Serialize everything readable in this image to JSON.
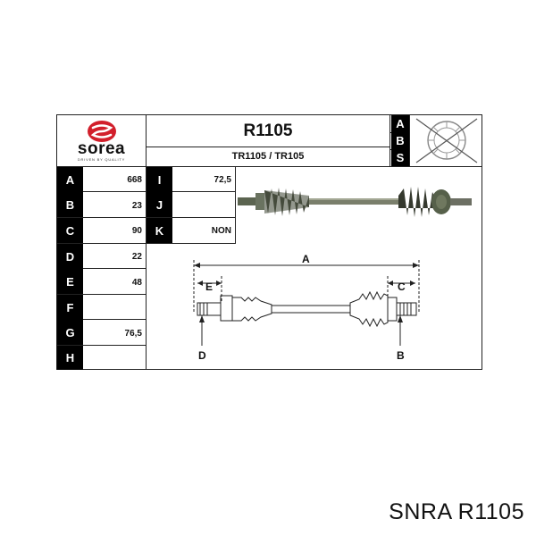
{
  "logo": {
    "brand": "sorea",
    "tagline": "DRIVEN BY QUALITY"
  },
  "header": {
    "part_code": "R1105",
    "cross_ref": "TR1105 / TR105"
  },
  "abs": {
    "letters": [
      "A",
      "B",
      "S"
    ]
  },
  "left_rows": [
    {
      "letter": "A",
      "value": "668"
    },
    {
      "letter": "B",
      "value": "23"
    },
    {
      "letter": "C",
      "value": "90"
    },
    {
      "letter": "D",
      "value": "22"
    },
    {
      "letter": "E",
      "value": "48"
    },
    {
      "letter": "F",
      "value": ""
    },
    {
      "letter": "G",
      "value": "76,5"
    },
    {
      "letter": "H",
      "value": ""
    }
  ],
  "mid_rows": [
    {
      "letter": "I",
      "value": "72,5"
    },
    {
      "letter": "J",
      "value": ""
    },
    {
      "letter": "K",
      "value": "NON"
    }
  ],
  "diagram_labels": {
    "a": "A",
    "b": "B",
    "c": "C",
    "d": "D",
    "e": "E"
  },
  "footer": {
    "text": "SNRA R1105"
  }
}
